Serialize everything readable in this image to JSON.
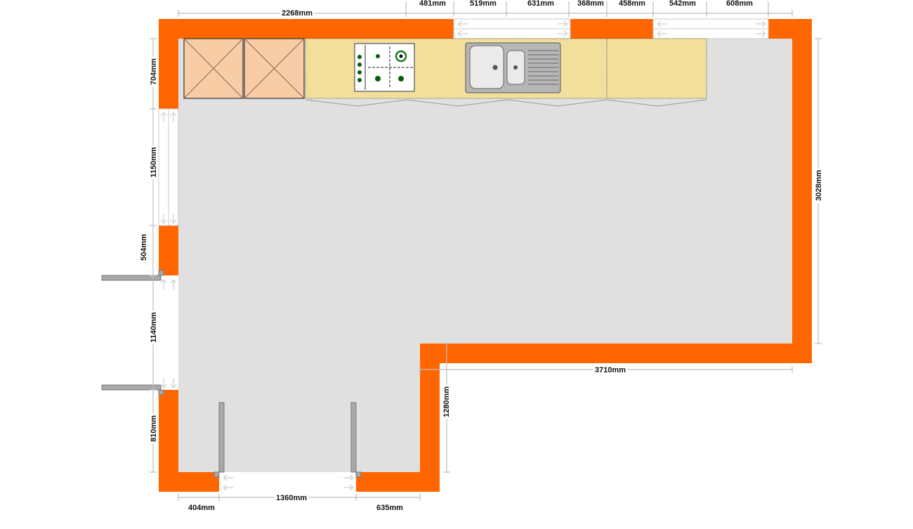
{
  "colors": {
    "wall": "#ff6600",
    "floor": "#e0e0e0",
    "worktop": "#f3df9c",
    "appliance": "#f8cca4",
    "window": "#ffffff",
    "door": "#a8a8a8",
    "dimension_line": "#bdbdbd"
  },
  "dimensions": {
    "top": [
      "2268mm",
      "481mm",
      "519mm",
      "631mm",
      "368mm",
      "458mm",
      "542mm",
      "608mm"
    ],
    "left": [
      "704mm",
      "1150mm",
      "504mm",
      "1140mm",
      "810mm"
    ],
    "right": "3028mm",
    "inner_horizontal": "3710mm",
    "inner_vertical": "1280mm",
    "bottom": [
      "404mm",
      "1360mm",
      "635mm"
    ]
  },
  "icons": {
    "window": "window-icon",
    "door": "door-icon",
    "hob": "gas-hob-icon",
    "sink": "double-sink-icon",
    "appliance": "appliance-box-icon"
  }
}
